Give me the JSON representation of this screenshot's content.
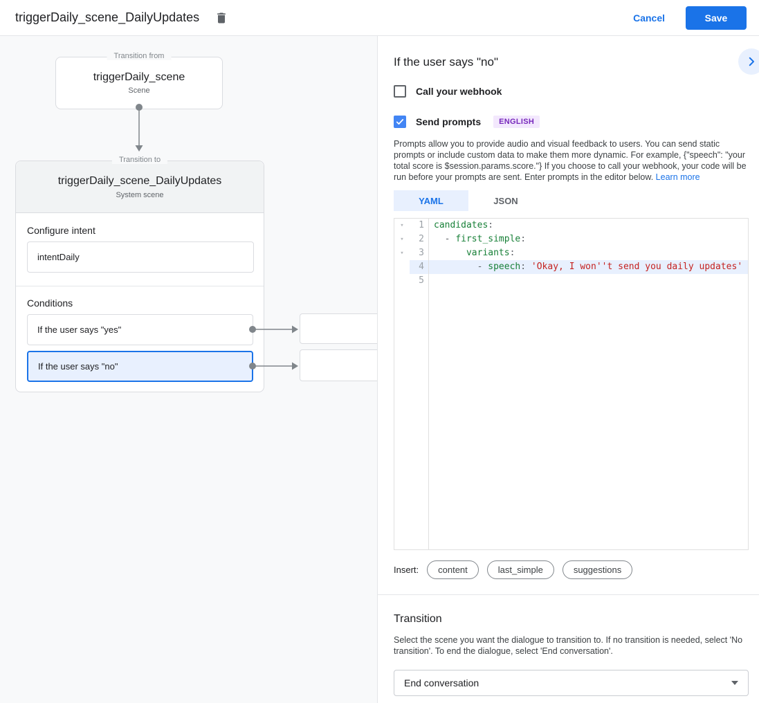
{
  "header": {
    "title": "triggerDaily_scene_DailyUpdates",
    "cancel_label": "Cancel",
    "save_label": "Save"
  },
  "canvas": {
    "from_box": {
      "legend": "Transition from",
      "title": "triggerDaily_scene",
      "subtitle": "Scene"
    },
    "to_box": {
      "legend": "Transition to",
      "title": "triggerDaily_scene_DailyUpdates",
      "subtitle": "System scene",
      "intent": {
        "label": "Configure intent",
        "value": "intentDaily"
      },
      "conditions": {
        "label": "Conditions",
        "items": [
          {
            "label": "If the user says \"yes\""
          },
          {
            "label": "If the user says \"no\""
          }
        ]
      }
    }
  },
  "panel": {
    "title": "If the user says \"no\"",
    "webhook": {
      "label": "Call your webhook",
      "checked": false
    },
    "prompts": {
      "label": "Send prompts",
      "checked": true,
      "badge": "ENGLISH"
    },
    "description": "Prompts allow you to provide audio and visual feedback to users. You can send static prompts or include custom data to make them more dynamic. For example, {\"speech\": \"your total score is $session.params.score.\"} If you choose to call your webhook, your code will be run before your prompts are sent. Enter prompts in the editor below. ",
    "learn_more": "Learn more",
    "tabs": [
      {
        "label": "YAML",
        "active": true
      },
      {
        "label": "JSON",
        "active": false
      }
    ],
    "editor": {
      "lines": [
        {
          "num": 1,
          "fold": true,
          "active": false,
          "segments": [
            [
              "key",
              "candidates"
            ],
            [
              "punct",
              ":"
            ]
          ]
        },
        {
          "num": 2,
          "fold": true,
          "active": false,
          "segments": [
            [
              "plain",
              "  "
            ],
            [
              "punct",
              "- "
            ],
            [
              "key",
              "first_simple"
            ],
            [
              "punct",
              ":"
            ]
          ]
        },
        {
          "num": 3,
          "fold": true,
          "active": false,
          "segments": [
            [
              "plain",
              "      "
            ],
            [
              "key",
              "variants"
            ],
            [
              "punct",
              ":"
            ]
          ]
        },
        {
          "num": 4,
          "fold": false,
          "active": true,
          "segments": [
            [
              "plain",
              "        "
            ],
            [
              "punct",
              "- "
            ],
            [
              "key",
              "speech"
            ],
            [
              "punct",
              ": "
            ],
            [
              "str",
              "'Okay, I won''t send you daily updates'"
            ]
          ]
        },
        {
          "num": 5,
          "fold": false,
          "active": false,
          "segments": []
        }
      ]
    },
    "insert": {
      "label": "Insert:",
      "chips": [
        "content",
        "last_simple",
        "suggestions"
      ]
    },
    "transition": {
      "title": "Transition",
      "description": "Select the scene you want the dialogue to transition to. If no transition is needed, select 'No transition'. To end the dialogue, select 'End conversation'.",
      "value": "End conversation"
    }
  },
  "colors": {
    "accent_blue": "#1a73e8",
    "checkbox_blue": "#4285f4",
    "selected_bg": "#e8f0fe",
    "badge_bg": "#f3e8fd",
    "badge_text": "#7627bb",
    "code_key": "#188038",
    "code_string": "#c5221f",
    "canvas_bg": "#f8f9fa"
  }
}
